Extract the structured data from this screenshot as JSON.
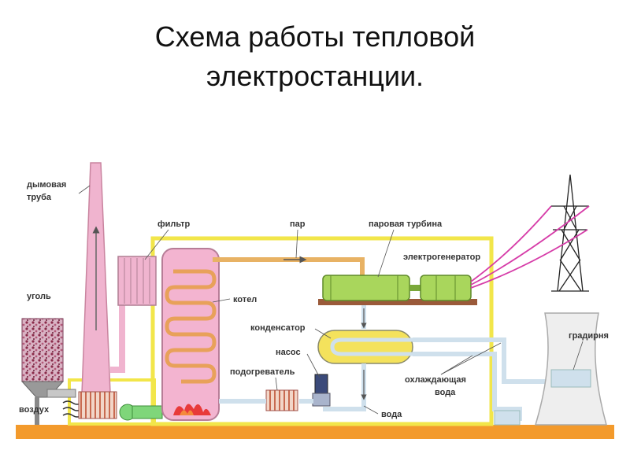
{
  "title": {
    "line1": "Схема работы тепловой",
    "line2": "электростанции."
  },
  "labels": {
    "chimney_1": "дымовая",
    "chimney_2": "труба",
    "coal": "уголь",
    "air": "воздух",
    "filter": "фильтр",
    "steam": "пар",
    "turbine": "паровая турбина",
    "generator": "электрогенератор",
    "boiler": "котел",
    "condenser": "конденсатор",
    "pump": "насос",
    "heater": "подогреватель",
    "water": "вода",
    "cooling_1": "охлаждающая",
    "cooling_2": "вода",
    "tower": "градирня"
  },
  "colors": {
    "frame": "#f2e64a",
    "ground": "#f39a2c",
    "chimney": "#f0b4cf",
    "boiler": "#f3b4d0",
    "coil": "#e8a15a",
    "turbine": "#a9d65c",
    "condenser": "#f4e25c",
    "pipe": "#cfe0ec",
    "steam_pipe": "#e8b264",
    "power_line": "#d63ca8"
  }
}
